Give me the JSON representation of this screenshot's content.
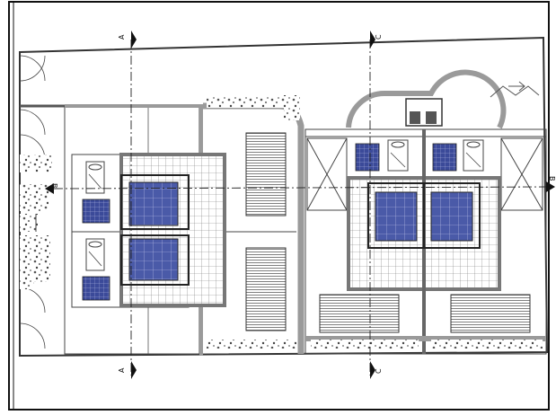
{
  "drawing": {
    "type": "architectural-site-plan",
    "section_marks": {
      "a_top": "A",
      "a_bottom": "A",
      "b_left": "B",
      "b_right": "B",
      "c_top": "C",
      "c_bottom": "C"
    },
    "colors": {
      "line": "#3a3a3a",
      "panel_fill": "#4a5aa8",
      "panel_grid": "#c8ccee",
      "wall_fill": "#9a9a9a",
      "hatch": "#555555",
      "frame": "#111111"
    },
    "icons": [
      "solar-panel-icon",
      "water-heater-icon",
      "section-arrow-icon",
      "tree-scatter-icon",
      "door-swing-icon",
      "terrain-arrow-icon"
    ]
  }
}
